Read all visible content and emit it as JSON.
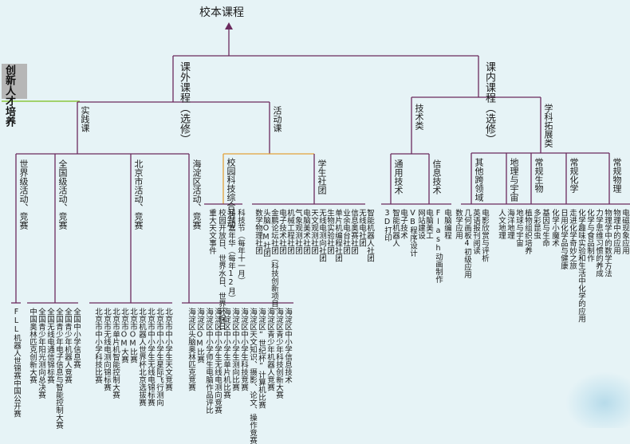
{
  "root": "校本课程",
  "left_badge": "创新人才培养",
  "branches": {
    "extra": "课外课程（选修）",
    "intra": "课内课程（选修）",
    "practice": "实践课",
    "activity": "活动课",
    "tech": "技术类",
    "subject": "学科拓展类"
  },
  "practice_groups": {
    "national_world": "世界级活动、竞赛",
    "national": "全国级活动、竞赛",
    "beijing": "北京市活动、竞赛",
    "haidian": "海淀区活动、竞赛"
  },
  "activity_groups": {
    "school_tech": "校园科技综合活动",
    "clubs": "学生社团"
  },
  "tech_groups": {
    "general": "通用技术",
    "info": "信息技术"
  },
  "subject_groups": {
    "cross": "其他跨领域",
    "geo": "地理与宇宙",
    "bio": "常规生物",
    "chem": "常规化学",
    "phys": "常规物理"
  },
  "leaves": {
    "world": [
      "FLL机器人世锦赛中国公开赛"
    ],
    "national": [
      "全国中小学信息赛",
      "全国青少年机器人竞赛",
      "全国青少年电子信息与智能控制大赛",
      "全国无线电通信锦标赛",
      "全国青少年阳光测向总决赛",
      "中国奥林匹克创新大赛"
    ],
    "beijing": [
      "北京市中小学生天文竞赛",
      "北京市中小学生星际飞行测向",
      "北京市中小学生无线电锦标赛",
      "北京机器人世界杯北京选拔赛",
      "北京市OM比赛",
      "北京市OM大赛",
      "北京市单片机智能控制大赛",
      "北京市无线电测向锦标赛",
      "北京市中小学科技比赛"
    ],
    "haidian": [
      "海淀区中小学信息技术",
      "海淀区青少年科技创新大赛",
      "海淀区青少年机器人竞赛",
      "海淀区“世纪杯”计算机比赛",
      "海淀区天文知识、摄影、论文、操作竞赛",
      "海淀区中小学生科技竞赛",
      "海淀区中小学生测向比赛",
      "海淀区中小学生单片机比赛",
      "海淀区中小学生无线电测向竞赛",
      "海淀区中小学师生电脑作品评比",
      "海淀区OM比赛",
      "海淀区头脑奥林匹克竞赛"
    ],
    "school_tech": [
      "科技节（每年十一月）",
      "科技嘉年华（每年12月）",
      "校园开放日、世界水日、世界环保日",
      "重大天文事件"
    ],
    "clubs_a": [
      "数学物理社团",
      "头脑OM社团",
      "金鹏论坛社团（科技创新项目）",
      "电子技术社团",
      "机械工程社团",
      "气象观测社团",
      "电脑美术社团",
      "天文观测社团",
      "无线电测向社团",
      "生物实验社团",
      "单片机编程社团",
      "业余电台社团",
      "信息奥赛社团",
      "无线电社团",
      "智能机器人社团"
    ],
    "general": [
      "电子技术",
      "智能机器人",
      "3D打印"
    ],
    "info": [
      "VB程序设计",
      "网站建设",
      "电脑美工",
      "Flash动画制作",
      "电脑编程"
    ],
    "cross": [
      "几何画板4初级应用",
      "英语报刊阅读",
      "电影欣赏与评析",
      "数学应用"
    ],
    "geo": [
      "人文地理",
      "海洋地理",
      "地球与宇宙"
    ],
    "bio": [
      "植物组织培养",
      "多彩昆虫",
      "基因与生命"
    ],
    "chem": [
      "化学小魔术",
      "日用化学品与健康",
      "走进化学奇妙之旅",
      "化学趣味实验和生活中化学的应用",
      "化学与食品制作"
    ],
    "phys": [
      "力学思维习惯的养成",
      "物理学中的数学方法",
      "物理中的应用",
      "电磁现象应用"
    ]
  }
}
